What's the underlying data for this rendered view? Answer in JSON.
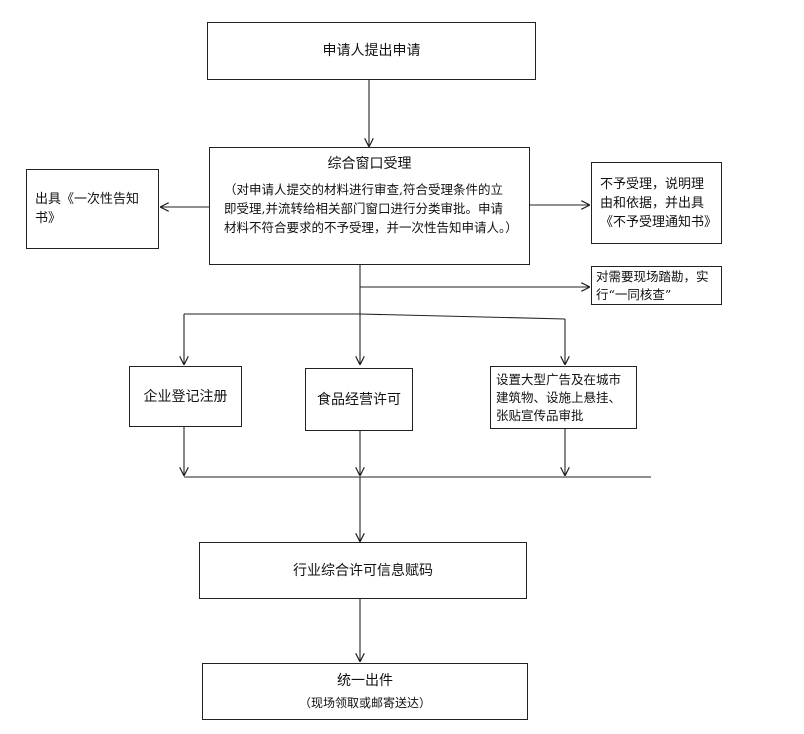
{
  "nodes": {
    "apply": "申请人提出申请",
    "window": {
      "title": "综合窗口受理",
      "desc": "（对申请人提交的材料进行审查,符合受理条件的立即受理,并流转给相关部门窗口进行分类审批。申请材料不符合要求的不予受理，并一次性告知申请人。）"
    },
    "notice_once": "出具《一次性告知书》",
    "reject": "不予受理，说明理由和依据，并出具《不予受理通知书》",
    "onsite": "对需要现场踏勘，实行“一同核查”",
    "enterprise": "企业登记注册",
    "food": "食品经营许可",
    "ad": "设置大型广告及在城市建筑物、设施上悬挂、张贴宣传品审批",
    "code": "行业综合许可信息赋码",
    "issue": {
      "title": "统一出件",
      "sub": "（现场领取或邮寄送达）"
    }
  },
  "colors": {
    "line": "#222222"
  }
}
